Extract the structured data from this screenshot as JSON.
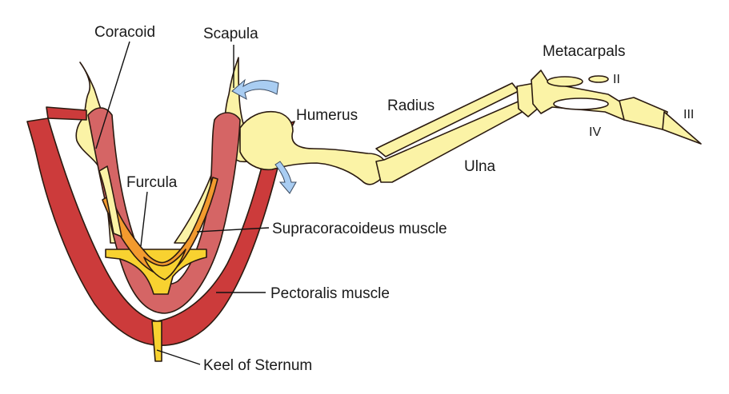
{
  "labels": {
    "coracoid": "Coracoid",
    "scapula": "Scapula",
    "metacarpals": "Metacarpals",
    "digit_ii": "II",
    "digit_iii": "III",
    "digit_iv": "IV",
    "humerus": "Humerus",
    "radius": "Radius",
    "ulna": "Ulna",
    "furcula": "Furcula",
    "supracoracoideus": "Supracoracoideus muscle",
    "pectoralis": "Pectoralis muscle",
    "keel": "Keel of Sternum"
  },
  "colors": {
    "bone": "#fbf3a6",
    "pectoralis": "#cc3b3b",
    "supracoracoideus": "#d56565",
    "furcula_orange": "#f29a2e",
    "furcula_yellow": "#f8d230",
    "arrow": "#a9cdf2",
    "outline": "#2a1a10"
  },
  "icons": {
    "arrow_upper": "curved-arrow-icon",
    "arrow_lower": "curved-arrow-icon"
  }
}
